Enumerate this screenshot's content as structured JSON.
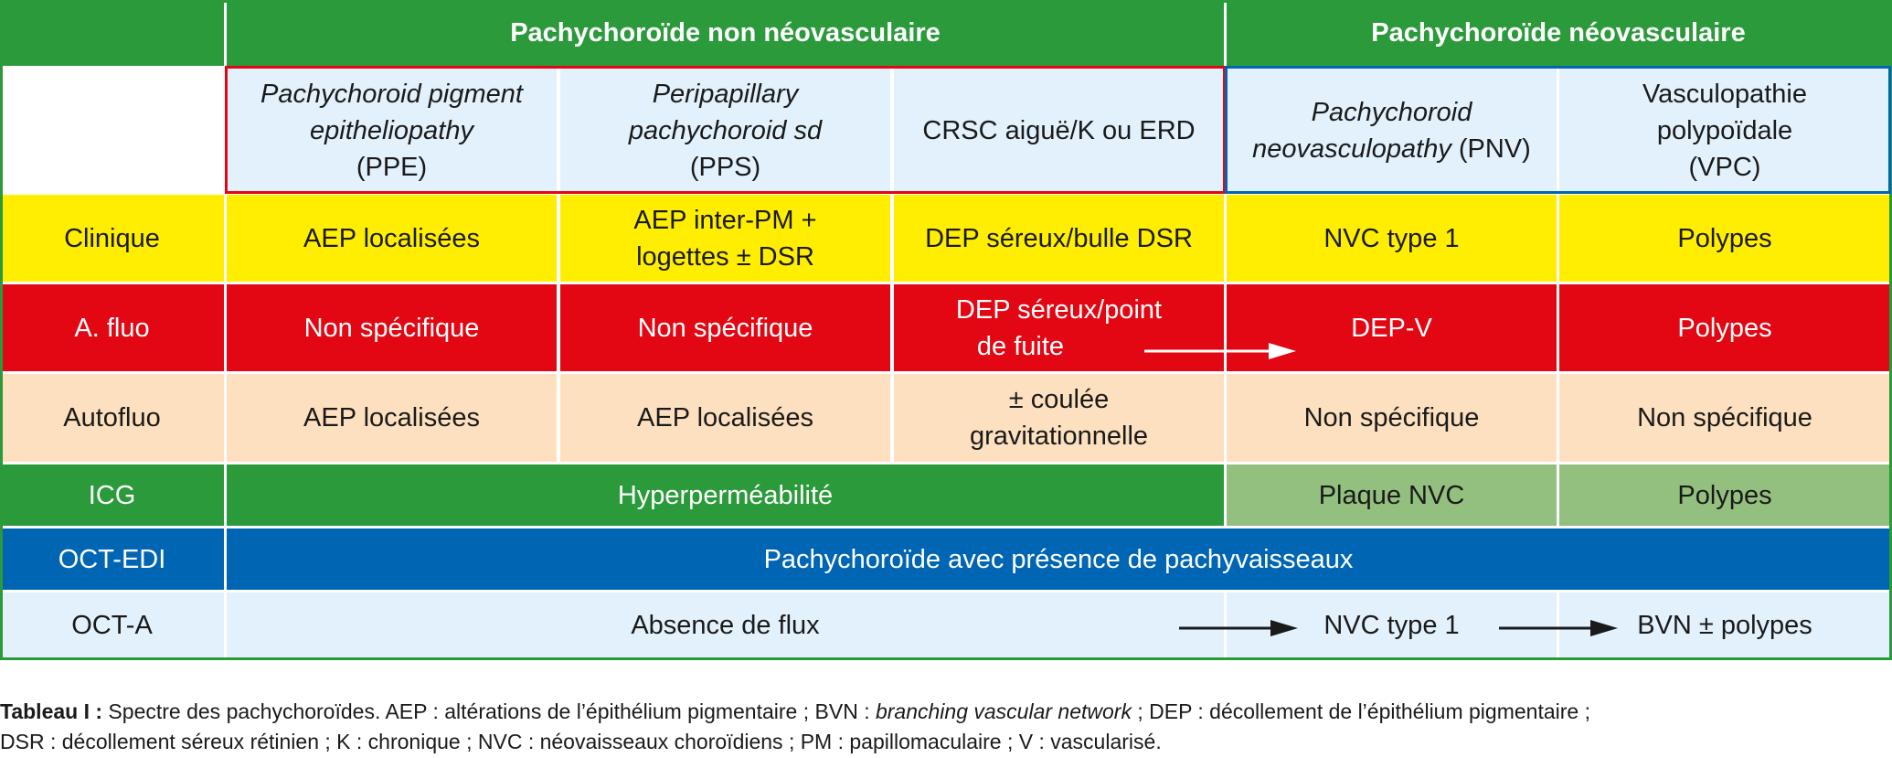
{
  "groups": {
    "non_neo": "Pachychoroïde non néovasculaire",
    "neo": "Pachychoroïde néovasculaire"
  },
  "columns": {
    "ppe": {
      "line1": "Pachychoroid pigment",
      "line2": "epitheliopathy",
      "line3": "(PPE)"
    },
    "pps": {
      "line1": "Peripapillary",
      "line2": "pachychoroid sd",
      "line3": "(PPS)"
    },
    "crsc": {
      "label": "CRSC aiguë/K ou ERD"
    },
    "pnv": {
      "line1": "Pachychoroid",
      "line2_italic": "neovasculopathy",
      "line2_rest": " (PNV)"
    },
    "vpc": {
      "line1": "Vasculopathie",
      "line2": "polypoïdale",
      "line3": "(VPC)"
    }
  },
  "rows": {
    "clinique": {
      "label": "Clinique",
      "ppe": "AEP localisées",
      "pps_line1": "AEP inter-PM +",
      "pps_line2": "logettes ± DSR",
      "crsc": "DEP séreux/bulle DSR",
      "pnv": "NVC type 1",
      "vpc": "Polypes"
    },
    "afluo": {
      "label": "A. fluo",
      "ppe": "Non spécifique",
      "pps": "Non spécifique",
      "crsc_line1": "DEP séreux/point",
      "crsc_line2": "de fuite",
      "pnv": "DEP-V",
      "vpc": "Polypes"
    },
    "autofluo": {
      "label": "Autofluo",
      "ppe": "AEP localisées",
      "pps": "AEP localisées",
      "crsc_line1": "± coulée",
      "crsc_line2": "gravitationnelle",
      "pnv": "Non spécifique",
      "vpc": "Non spécifique"
    },
    "icg": {
      "label": "ICG",
      "span": "Hyperperméabilité",
      "pnv": "Plaque NVC",
      "vpc": "Polypes"
    },
    "octedi": {
      "label": "OCT-EDI",
      "span": "Pachychoroïde avec présence de pachyvaisseaux"
    },
    "octa": {
      "label": "OCT-A",
      "span": "Absence de flux",
      "pnv": "NVC type 1",
      "vpc": "BVN ± polypes"
    }
  },
  "caption": {
    "bold": "Tableau I :",
    "p1": " Spectre des pachychoroïdes. AEP : altérations de l’épithélium pigmentaire ; BVN : ",
    "italic": "branching vascular network",
    "p2": " ; DEP : décollement de l’épithélium pigmentaire ;",
    "line2": "DSR : décollement séreux rétinien ; K : chronique ; NVC : néovaisseaux choroïdiens ; PM : papillomaculaire ; V : vascularisé."
  },
  "colors": {
    "green": "#2b9a3b",
    "light_green": "#93c07e",
    "yellow": "#ffee00",
    "red": "#e30613",
    "peach": "#fde0bf",
    "blue": "#0066b3",
    "light_blue": "#e2f1fb",
    "frame_red": "#e30613",
    "frame_blue": "#0066b3"
  }
}
